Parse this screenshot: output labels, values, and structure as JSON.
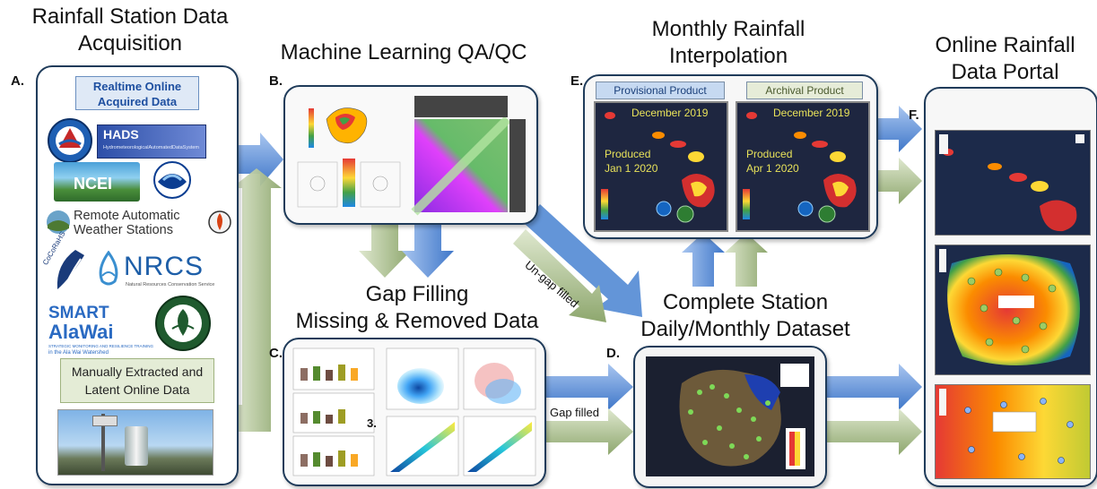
{
  "headings": {
    "a_line1": "Rainfall Station Data",
    "a_line2": "Acquisition",
    "b": "Machine Learning QA/QC",
    "e_line1": "Monthly Rainfall",
    "e_line2": "Interpolation",
    "f_line1": "Online Rainfall",
    "f_line2": "Data Portal",
    "c_line1": "Gap Filling",
    "c_line2": "Missing & Removed Data",
    "d_line1": "Complete Station",
    "d_line2": "Daily/Monthly Dataset"
  },
  "letters": {
    "a": "A.",
    "b": "B.",
    "c": "C.",
    "d": "D.",
    "e": "E.",
    "f": "F.",
    "c3": "3."
  },
  "panel_a": {
    "realtime_label": "Realtime Online Acquired Data",
    "manual_label": "Manually Extracted and Latent Online Data",
    "logos": {
      "hads": "HADS",
      "hads_sub": "HydrometeorologicalAutomatedDataSystem",
      "ncei": "NCEI",
      "raws_line1": "Remote Automatic",
      "raws_line2": "Weather Stations",
      "nrcs": "NRCS",
      "nrcs_sub": "Natural Resources Conservation Service",
      "cocorahs": "CoCoRaHS",
      "smart": "SMART",
      "alawai": "AlaWai",
      "smart_sub": "STRATEGIC MONITORING AND RESILIENCE TRAINING",
      "alawai_sub": "in the Ala Wai Watershed"
    }
  },
  "panel_e": {
    "provisional_label": "Provisional Product",
    "archival_label": "Archival Product",
    "map1_month": "December 2019",
    "map1_produced_1": "Produced",
    "map1_produced_2": "Jan 1 2020",
    "map2_month": "December 2019",
    "map2_produced_1": "Produced",
    "map2_produced_2": "Apr 1 2020"
  },
  "arrows": {
    "ungap": "Un-gap filled",
    "gapfilled": "Gap filled"
  },
  "colors": {
    "blue_arrow": "#5b8fd6",
    "green_arrow": "#a9bb8e",
    "panel_border": "#1f3b5a"
  }
}
